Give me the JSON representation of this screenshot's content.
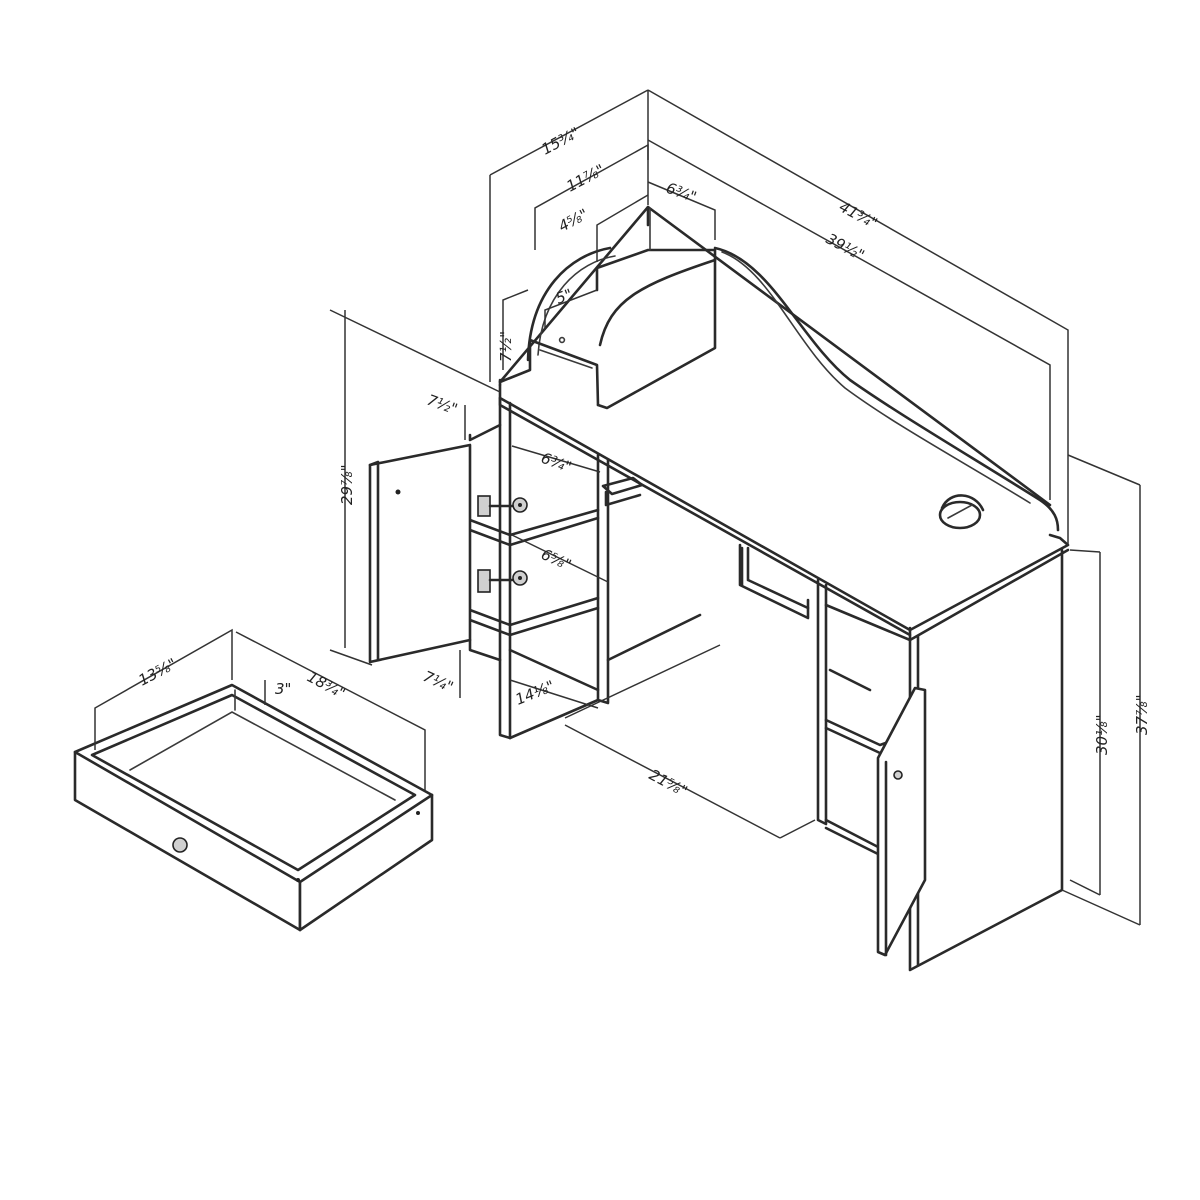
{
  "dimensions": {
    "hutch_depth": "15¾\"",
    "shelf_depth_upper": "11⅞\"",
    "cubby_width": "6¾\"",
    "cubby_depth": "4⅝\"",
    "hutch_width_outer": "41¾\"",
    "hutch_width_inner": "39½\"",
    "cubby_height": "5\"",
    "hutch_height": "7½\"",
    "door_top": "7½\"",
    "shelf_depth_a": "6¾\"",
    "shelf_depth_b": "6⅝\"",
    "left_unit_height": "29⅞\"",
    "door_bottom": "7¼\"",
    "left_bay_depth": "14⅛\"",
    "knee_width": "21⅝\"",
    "desk_height": "30⅛\"",
    "total_height": "37⅞\"",
    "drawer_depth": "13⅝\"",
    "drawer_height": "3\"",
    "drawer_width": "18¾\""
  },
  "colors": {
    "line": "#2a2a2a",
    "background": "#ffffff"
  }
}
